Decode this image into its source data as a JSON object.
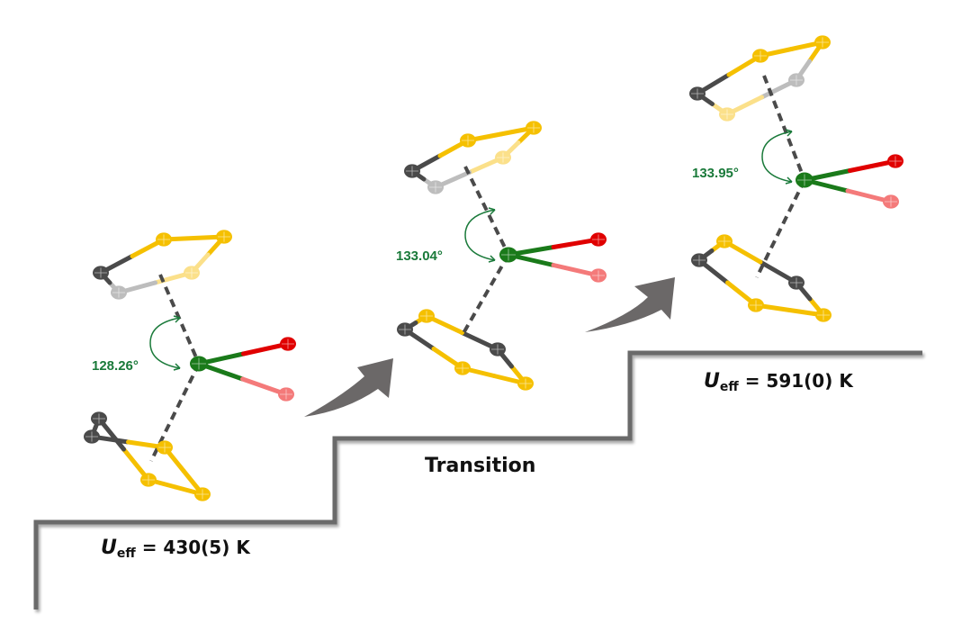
{
  "title": "Stepwise increase of effective energy barrier with bending angle",
  "colors": {
    "ring_carbon": "#f5c000",
    "ring_carbon_faded": "#fbe08a",
    "ring_dark": "#4a4a4a",
    "ring_grey": "#bdbdbd",
    "metal": "#1a7a1a",
    "oxygen": "#e00000",
    "oxygen_faded": "#f47a7a",
    "angle": "#1a7a3a",
    "stair": "#6b6b6b",
    "arrow": "#6b6868"
  },
  "stages": [
    {
      "name": "low",
      "angle": "128.26°",
      "ueff_symbol": "U",
      "ueff_sub": "eff",
      "ueff_value": "= 430(5) K"
    },
    {
      "name": "transition",
      "angle": "133.04°",
      "label": "Transition"
    },
    {
      "name": "high",
      "angle": "133.95°",
      "ueff_symbol": "U",
      "ueff_sub": "eff",
      "ueff_value": "= 591(0) K"
    }
  ]
}
